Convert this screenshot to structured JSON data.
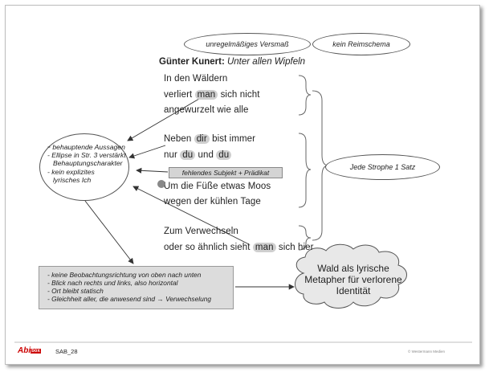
{
  "header_ellipses": {
    "meter": "unregelmäßiges Versmaß",
    "rhyme": "kein Reimschema"
  },
  "title": {
    "author": "Günter Kunert:",
    "work": "Unter allen Wipfeln"
  },
  "poem": {
    "s1l1": "In den Wäldern",
    "s1l2_a": "verliert ",
    "s1l2_hl": "man",
    "s1l2_b": " sich nicht",
    "s1l3": "angewurzelt wie alle",
    "s2l1_a": "Neben ",
    "s2l1_hl": "dir",
    "s2l1_b": " bist immer",
    "s2l2_a": "nur ",
    "s2l2_hl1": "du",
    "s2l2_b": " und ",
    "s2l2_hl2": "du",
    "s2l3": "Um die Füße etwas Moos",
    "s2l4": "wegen der kühlen Tage",
    "s3l1": "Zum Verwechseln",
    "s3l2_a": "oder so ähnlich sieht ",
    "s3l2_hl": "man",
    "s3l2_b": " sich hier"
  },
  "left_notes": {
    "n1": "behauptende Aussagen",
    "n2a": "- Ellipse in Str. 3 verstärkt",
    "n2b": "Behauptungscharakter",
    "n3a": "- kein explizites",
    "n3b": "lyrisches Ich"
  },
  "subject_note": "fehlendes Subjekt + Prädikat",
  "stanza_note": "Jede Strophe 1 Satz",
  "observations": [
    "- keine Beobachtungsrichtung von oben nach unten",
    "- Blick nach rechts und links, also horizontal",
    "- Ort bleibt statisch",
    "- Gleichheit aller, die anwesend sind → Verwechselung"
  ],
  "cloud": {
    "l1": "Wald als lyrische",
    "l2": "Metapher für verlorene",
    "l3": "Identität"
  },
  "footer": {
    "logo": "Abi",
    "logo_box": "box",
    "code": "SAB_28",
    "copyright": "© Westermann Medien"
  }
}
